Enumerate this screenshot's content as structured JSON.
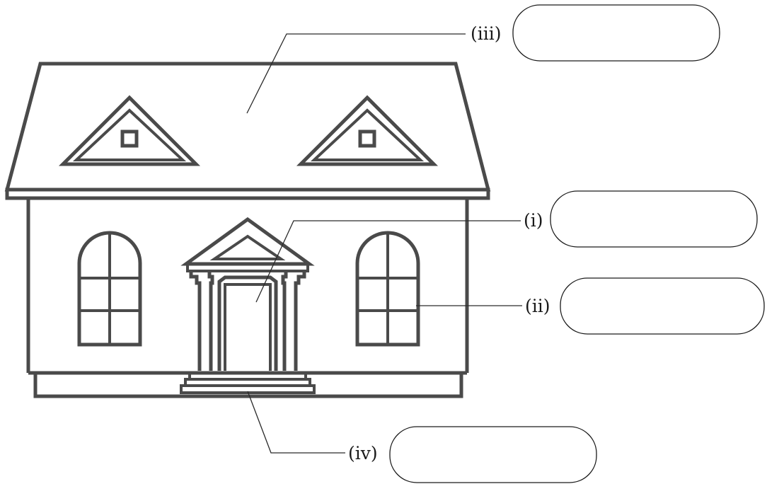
{
  "labels": {
    "i": "(i)",
    "ii": "(ii)",
    "iii": "(iii)",
    "iv": "(iv)"
  },
  "answers": {
    "i": "",
    "ii": "",
    "iii": "",
    "iv": ""
  },
  "colors": {
    "house_outline": "#4a4a4a",
    "leader_line": "#2a2a2a",
    "box_border": "#1a1a1a"
  }
}
